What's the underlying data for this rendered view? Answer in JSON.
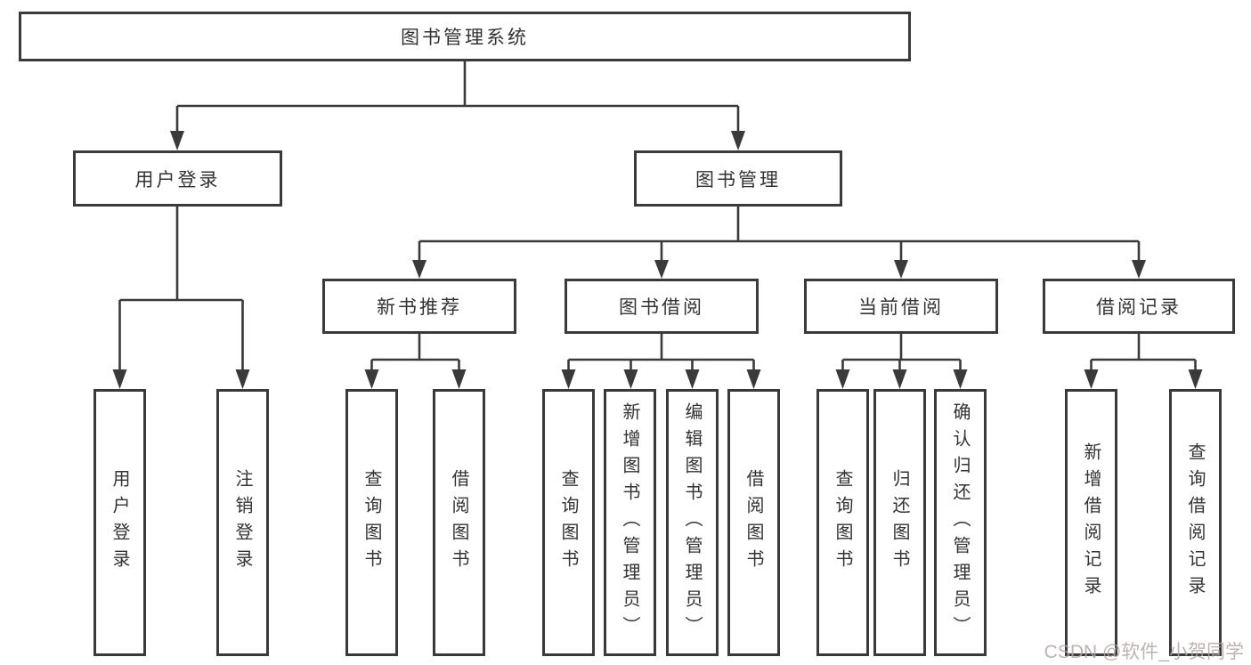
{
  "diagram": {
    "title": "图书管理系统",
    "level2": [
      {
        "label": "用户登录"
      },
      {
        "label": "图书管理"
      }
    ],
    "level3": [
      {
        "label": "新书推荐"
      },
      {
        "label": "图书借阅"
      },
      {
        "label": "当前借阅"
      },
      {
        "label": "借阅记录"
      }
    ],
    "leaves": {
      "user": [
        "用户登录",
        "注销登录"
      ],
      "newbook": [
        "查询图书",
        "借阅图书"
      ],
      "borrow": [
        "查询图书",
        "新增图书（管理员）",
        "编辑图书（管理员）",
        "借阅图书"
      ],
      "current": [
        "查询图书",
        "归还图书",
        "确认归还（管理员）"
      ],
      "record": [
        "新增借阅记录",
        "查询借阅记录"
      ]
    },
    "watermark": "CSDN @软件_小贺同学",
    "colors": {
      "line": "#3a3a3a",
      "background": "#ffffff",
      "watermark": "#b3a5a5"
    }
  }
}
